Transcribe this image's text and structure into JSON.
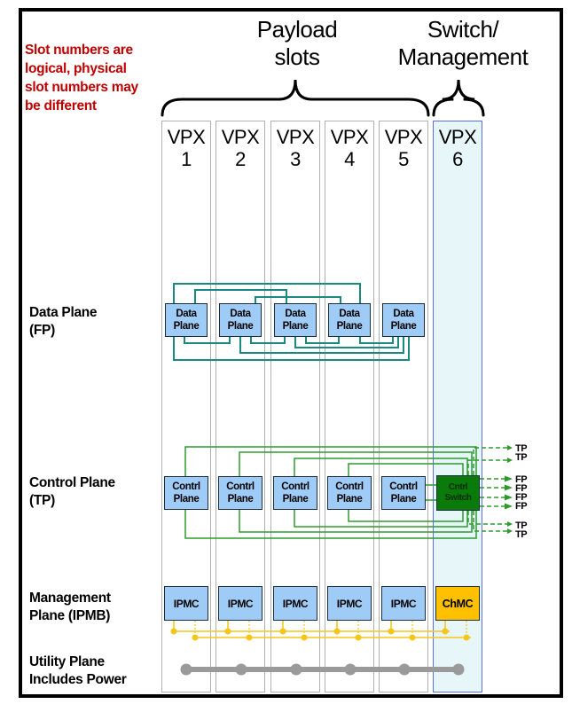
{
  "note": "Slot numbers are logical, physical slot numbers may be different",
  "groups": {
    "payload": {
      "line1": "Payload",
      "line2": "slots"
    },
    "switch": {
      "line1": "Switch/",
      "line2": "Management"
    }
  },
  "slots": [
    {
      "title1": "VPX",
      "title2": "1",
      "role": "payload"
    },
    {
      "title1": "VPX",
      "title2": "2",
      "role": "payload"
    },
    {
      "title1": "VPX",
      "title2": "3",
      "role": "payload"
    },
    {
      "title1": "VPX",
      "title2": "4",
      "role": "payload"
    },
    {
      "title1": "VPX",
      "title2": "5",
      "role": "payload"
    },
    {
      "title1": "VPX",
      "title2": "6",
      "role": "switch"
    }
  ],
  "planes": {
    "data": {
      "line1": "Data Plane",
      "line2": "(FP)",
      "box_line1": "Data",
      "box_line2": "Plane"
    },
    "control": {
      "line1": "Control Plane",
      "line2": "(TP)",
      "box_line1": "Contrl",
      "box_line2": "Plane",
      "switch_line1": "Cntrl",
      "switch_line2": "Switch"
    },
    "management": {
      "line1": "Management",
      "line2": "Plane (IPMB)",
      "payload_box": "IPMC",
      "switch_box": "ChMC"
    },
    "utility": {
      "line1": "Utility Plane",
      "line2": "Includes Power"
    }
  },
  "external_ports": [
    "TP",
    "TP",
    "FP",
    "FP",
    "FP",
    "FP",
    "TP",
    "TP"
  ],
  "colors": {
    "note": "#c00000",
    "data_link": "#1a8a80",
    "control_link": "#2e9a2e",
    "ipmb_link": "#f5c518",
    "power_link": "#9a9a9a",
    "box_fill": "#9fcbf7",
    "switch_fill": "#0a7a0a",
    "chmc_fill": "#ffc000",
    "switch_slot_fill": "#e6f6f9",
    "switch_slot_border": "#5b6ee0"
  }
}
